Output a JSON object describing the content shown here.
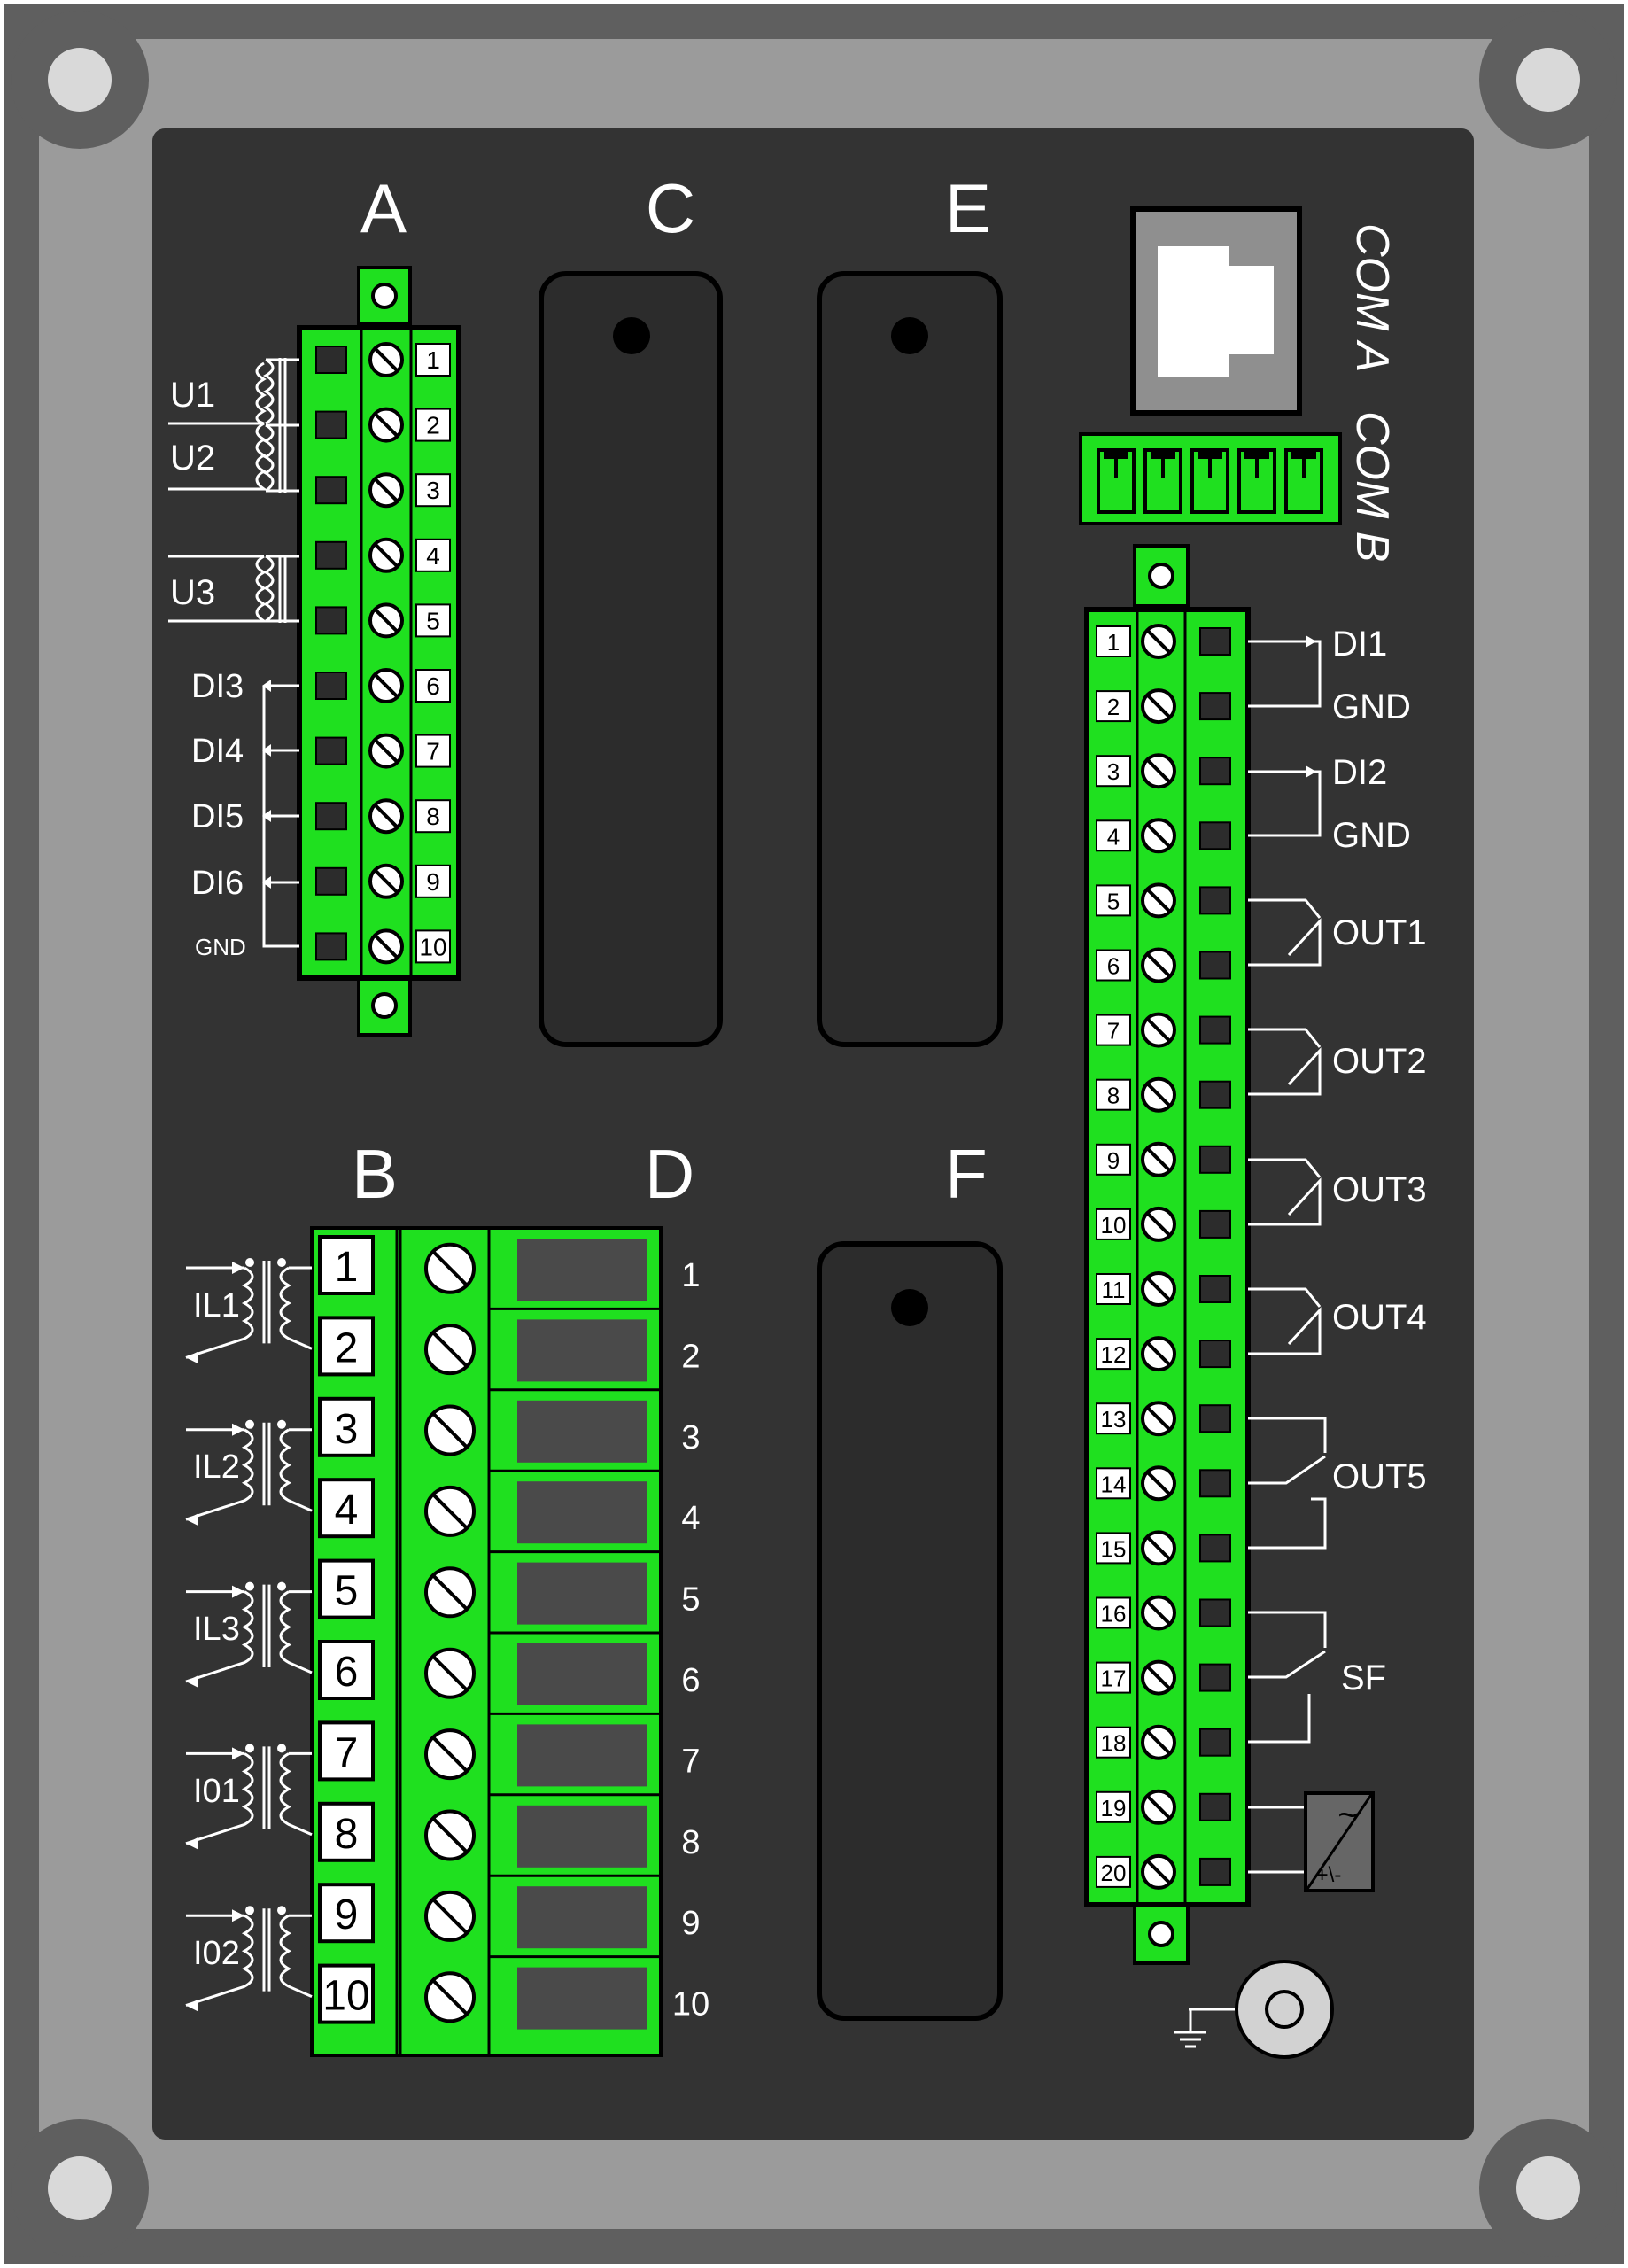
{
  "colors": {
    "frame_outer": "#5f5f5f",
    "frame_inner": "#9b9b9b",
    "panel": "#333333",
    "terminal_green": "#1fe01f",
    "slot": "#2c2c2c",
    "screw": "#ffffff",
    "wire": "#ffffff"
  },
  "sections": {
    "a": "A",
    "b": "B",
    "c": "C",
    "d": "D",
    "e": "E",
    "f": "F"
  },
  "com_a": "COM A",
  "com_b": "COM B",
  "terminal_a": {
    "numbers": [
      "1",
      "2",
      "3",
      "4",
      "5",
      "6",
      "7",
      "8",
      "9",
      "10"
    ],
    "signals": [
      "U1",
      "U2",
      "U3",
      "DI3",
      "DI4",
      "DI5",
      "DI6",
      "GND"
    ]
  },
  "terminal_b": {
    "numbers": [
      "1",
      "2",
      "3",
      "4",
      "5",
      "6",
      "7",
      "8",
      "9",
      "10"
    ],
    "d_numbers": [
      "1",
      "2",
      "3",
      "4",
      "5",
      "6",
      "7",
      "8",
      "9",
      "10"
    ],
    "currents": [
      "IL1",
      "IL2",
      "IL3",
      "I01",
      "I02"
    ]
  },
  "terminal_right": {
    "numbers": [
      "1",
      "2",
      "3",
      "4",
      "5",
      "6",
      "7",
      "8",
      "9",
      "10",
      "11",
      "12",
      "13",
      "14",
      "15",
      "16",
      "17",
      "18",
      "19",
      "20"
    ],
    "signals": [
      "DI1",
      "GND",
      "DI2",
      "GND",
      "OUT1",
      "OUT2",
      "OUT3",
      "OUT4",
      "OUT5",
      "SF"
    ],
    "power_symbol": "~",
    "power_dc": "+\\-"
  },
  "icons": [
    "ground-icon",
    "rj45-port-icon",
    "power-supply-icon",
    "mounting-hole-icon"
  ]
}
